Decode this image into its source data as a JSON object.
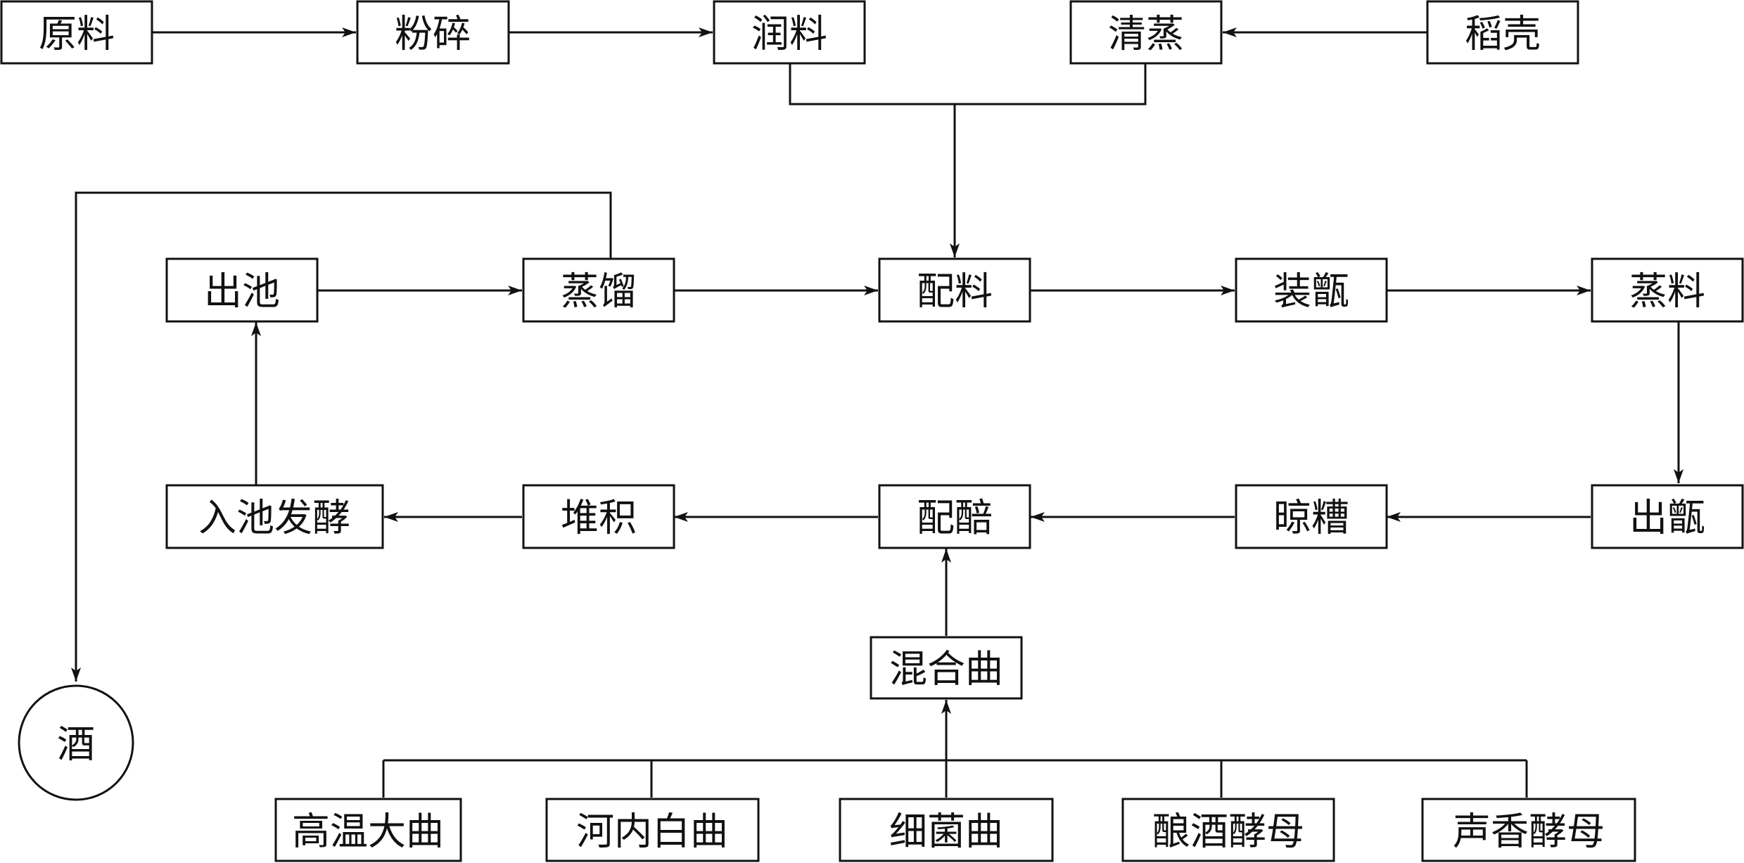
{
  "nodes": {
    "yuanliao": "原料",
    "fensui": "粉碎",
    "runliao": "润料",
    "qingzheng": "清蒸",
    "daoke": "稻壳",
    "chuchi": "出池",
    "zhengliu": "蒸馏",
    "peiliao": "配料",
    "zhuangzeng": "装甑",
    "zhengliao": "蒸料",
    "ruchi": "入池发酵",
    "duiji": "堆积",
    "peipei": "配醅",
    "liangzao": "晾糟",
    "chuzeng": "出甑",
    "hunhequ": "混合曲",
    "gaowen": "高温大曲",
    "henei": "河内白曲",
    "xijun": "细菌曲",
    "niangjiu": "酿酒酵母",
    "shengxiang": "声香酵母",
    "jiu": "酒"
  },
  "colors": {
    "stroke": "#111111",
    "background": "#ffffff"
  }
}
